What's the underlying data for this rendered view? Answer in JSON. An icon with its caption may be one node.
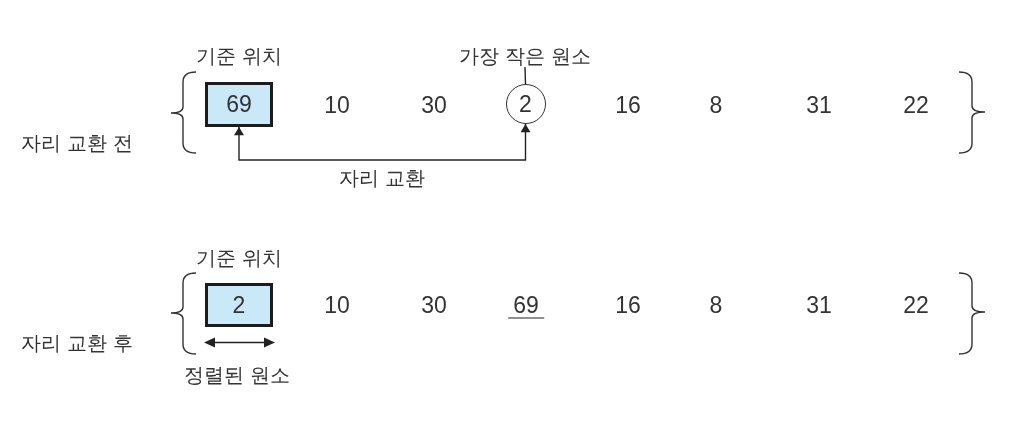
{
  "diagram": {
    "nodes": [
      {
        "text": [
          "기준 위치",
          "69"
        ]
      },
      {
        "text": [
          "가장 작은 원소"
        ]
      },
      {
        "text": [
          "2"
        ]
      },
      {
        "text": [
          "기준 위치",
          "2"
        ]
      }
    ],
    "edges": [
      {
        "from": 0,
        "to": 2,
        "arrow": "both",
        "label": "자리 교환"
      },
      {
        "from": 1,
        "to": 2,
        "arrow": "none"
      }
    ],
    "labels": [
      "10",
      "30",
      "16",
      "8",
      "31",
      "22",
      "자리 교환 전",
      "10",
      "30",
      "69",
      "16",
      "8",
      "31",
      "22",
      "자리 교환 후",
      "정렬된 원소"
    ]
  }
}
